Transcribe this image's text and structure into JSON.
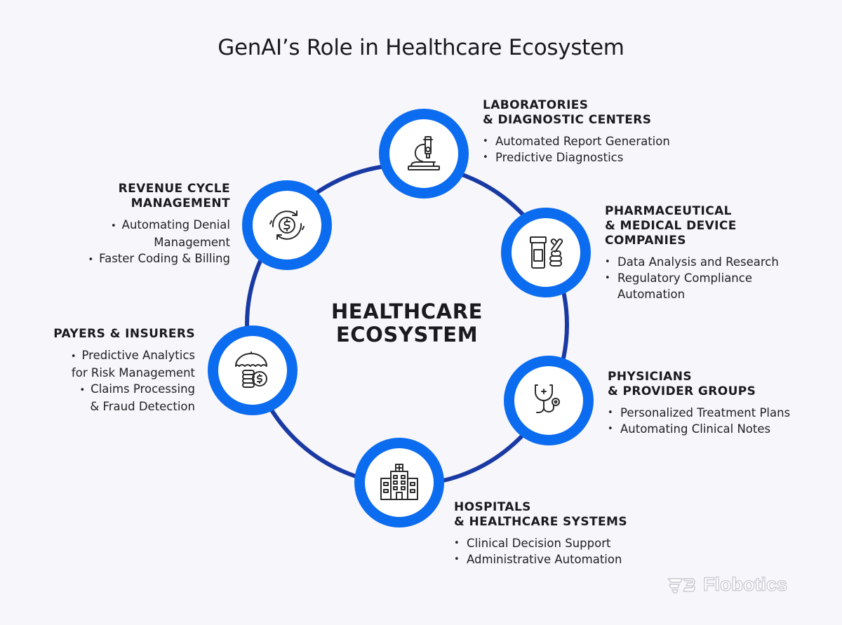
{
  "title": "GenAI’s Role in Healthcare Ecosystem",
  "center": {
    "line1": "HEALTHCARE",
    "line2": "ECOSYSTEM"
  },
  "colors": {
    "ring": "#0c6cf0",
    "connector": "#1a3aa3",
    "background": "#f6f6fb"
  },
  "nodes": [
    {
      "icon": "microscope-icon",
      "heading": [
        "LABORATORIES",
        "& DIAGNOSTIC CENTERS"
      ],
      "bullets": [
        "Automated Report Generation",
        "Predictive Diagnostics"
      ]
    },
    {
      "icon": "pill-bottle-icon",
      "heading": [
        "PHARMACEUTICAL",
        "& MEDICAL DEVICE",
        "COMPANIES"
      ],
      "bullets": [
        "Data Analysis and Research",
        "Regulatory Compliance",
        "Automation"
      ]
    },
    {
      "icon": "stethoscope-icon",
      "heading": [
        "PHYSICIANS",
        "& PROVIDER GROUPS"
      ],
      "bullets": [
        "Personalized Treatment Plans",
        "Automating Clinical Notes"
      ]
    },
    {
      "icon": "hospital-icon",
      "heading": [
        "HOSPITALS",
        "& HEALTHCARE SYSTEMS"
      ],
      "bullets": [
        "Clinical Decision Support",
        "Administrative Automation"
      ]
    },
    {
      "icon": "umbrella-coins-icon",
      "heading": [
        "PAYERS & INSURERS"
      ],
      "bullets": [
        "Predictive Analytics",
        "for Risk Management",
        "Claims Processing",
        "& Fraud Detection"
      ]
    },
    {
      "icon": "dollar-cycle-icon",
      "heading": [
        "REVENUE CYCLE",
        "MANAGEMENT"
      ],
      "bullets": [
        "Automating Denial",
        "Management",
        "Faster Coding & Billing"
      ]
    }
  ],
  "logo": {
    "text": "Flobotics",
    "icon": "flobotics-logo-icon"
  }
}
